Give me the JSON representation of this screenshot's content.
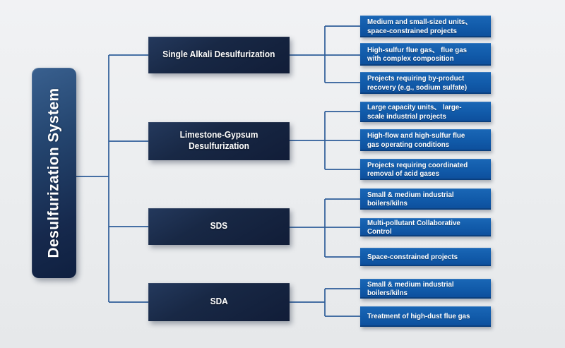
{
  "title": "Desulfurization System",
  "root": {
    "label": "Desulfurization System"
  },
  "groups": [
    {
      "label": "Single Alkali Desulfurization",
      "items": [
        "Medium and small-sized units、space-constrained projects",
        "High-sulfur flue gas、 flue gas with complex composition",
        "Projects requiring by-product recovery (e.g., sodium sulfate)"
      ]
    },
    {
      "label": "Limestone-Gypsum Desulfurization",
      "items": [
        "Large capacity units、 large-scale industrial projects",
        "High-flow and high-sulfur flue gas operating conditions",
        "Projects requiring coordinated removal of acid gases"
      ]
    },
    {
      "label": "SDS",
      "items": [
        "Small & medium industrial boilers/kilns",
        "Multi-pollutant Collaborative Control",
        "Space-constrained projects"
      ]
    },
    {
      "label": "SDA",
      "items": [
        "Small & medium industrial boilers/kilns",
        "Treatment of high-dust flue gas"
      ]
    }
  ],
  "colors": {
    "background": "#edeff1",
    "root_box": "#1c3a66",
    "branch_box": "#15213c",
    "leaf_box": "#1159a8",
    "connector": "#2e5d99",
    "text": "#ffffff"
  }
}
